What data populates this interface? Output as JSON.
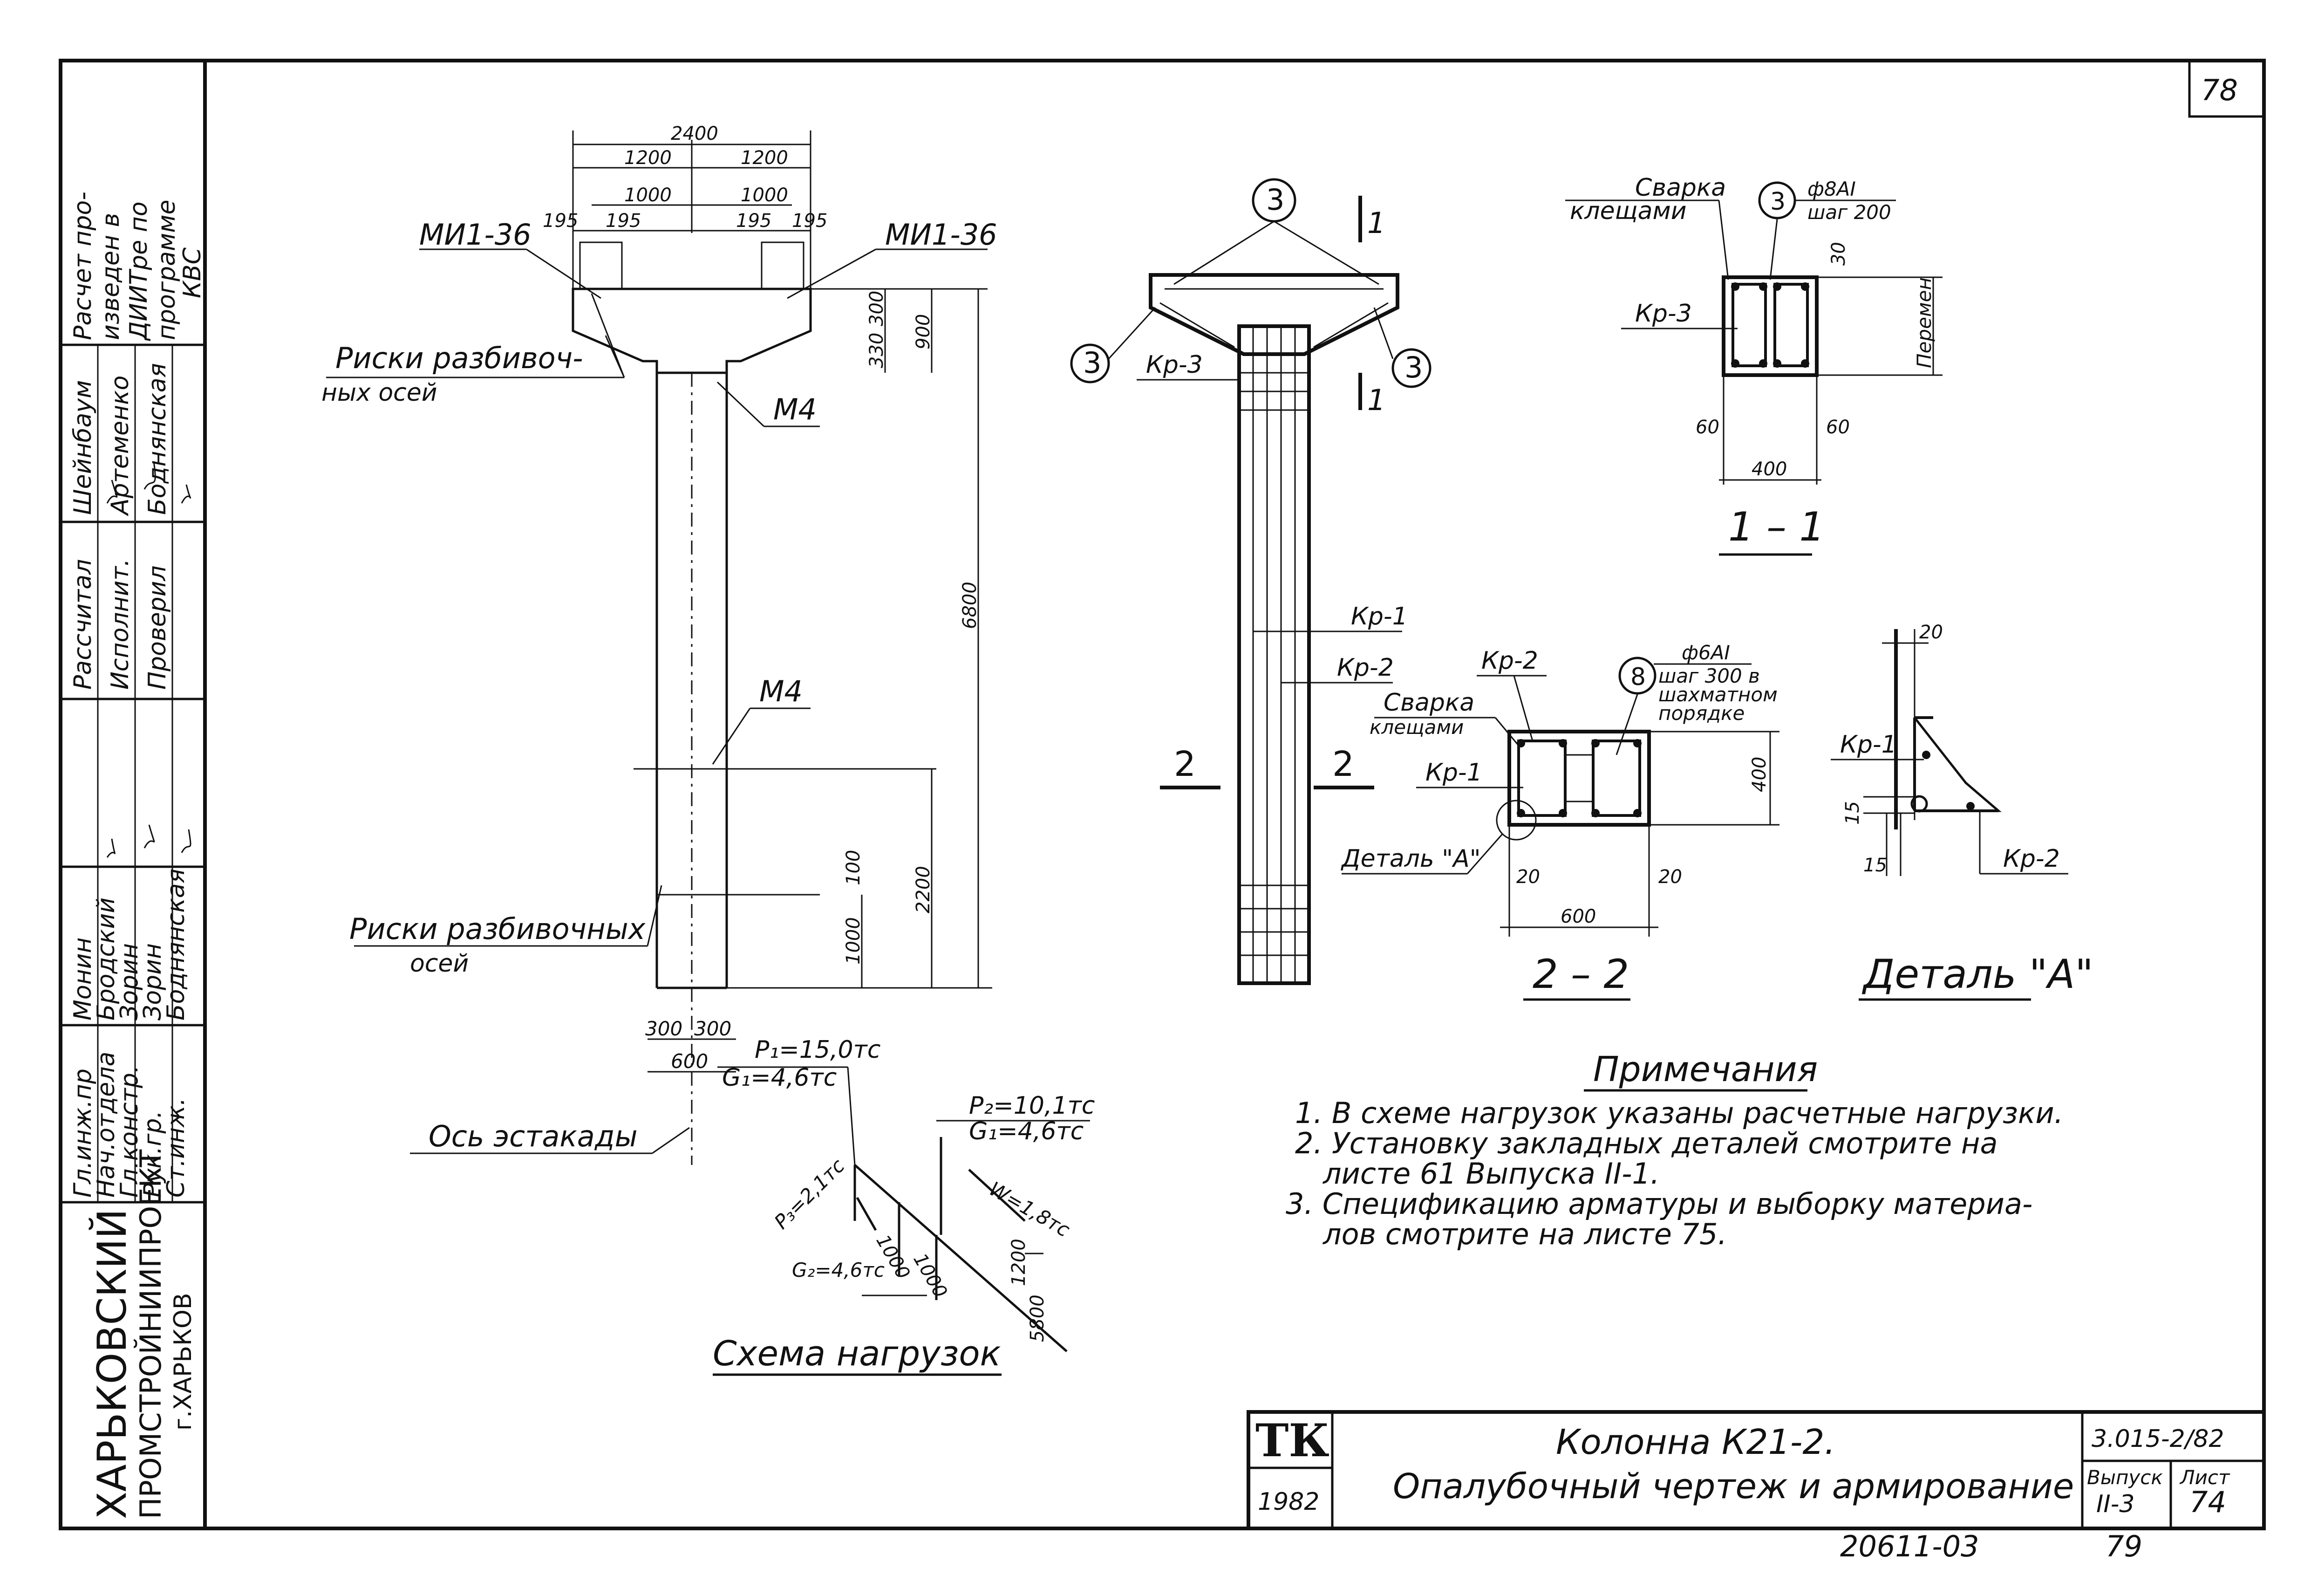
{
  "page": {
    "number": "78"
  },
  "stamp_left": {
    "top_note": [
      "Расчет про-",
      "изведен в",
      "ДИИТре по",
      "программе",
      "КВС"
    ],
    "roles": [
      "Рассчитал",
      "Исполнит.",
      "Проверил"
    ],
    "names": [
      "Шейнбаум",
      "Артеменко",
      "Боднянская"
    ],
    "positions": [
      "Гл.инж.пр",
      "Нач.отдела",
      "Гл.констр.",
      "Рук.гр.",
      "Ст.инж."
    ],
    "position_names": [
      "Монин",
      "Бродский",
      "Зорин",
      "Зорин",
      "Боднянская"
    ],
    "organization": [
      "ХАРЬКОВСКИЙ",
      "ПРОМСТРОЙНИИПРОЕКТ",
      "г.ХАРЬКОВ"
    ]
  },
  "column": {
    "dims": {
      "total_width": "2400",
      "half_left": "1200",
      "half_right": "1200",
      "inner_left": "1000",
      "inner_right": "1000",
      "d195_a": "195",
      "d195_b": "195",
      "d195_c": "195",
      "d195_d": "195",
      "d300": "300",
      "d330": "330",
      "d900": "900",
      "d6800": "6800",
      "d2200": "2200",
      "d1000": "1000",
      "d100": "100",
      "b300_l": "300",
      "b300_r": "300",
      "b600": "600"
    },
    "labels": {
      "embed_left": "МИ1-36",
      "embed_right": "МИ1-36",
      "axis_marks_top": [
        "Риски разбивоч-",
        "ных осей"
      ],
      "m4_top": "М4",
      "m4_mid": "М4",
      "axis_marks_bottom": [
        "Риски разбивочных",
        "осей"
      ],
      "trestle_axis": "Ось эстакады"
    }
  },
  "loads": {
    "p1": "P₁=15,0тс",
    "g1": "G₁=4,6тс",
    "p2": "P₂=10,1тс",
    "g1b": "G₁=4,6тс",
    "p3": "P₃=2,1тс",
    "w": "W=1,8тс",
    "g2": "G₂=4,6тс",
    "d1000a": "1000",
    "d1000b": "1000",
    "d1200": "1200",
    "d5800": "5800",
    "title": "Схема нагрузок"
  },
  "rebar_view": {
    "marker3": "3",
    "kr3": "Кр-3",
    "cut1": "1",
    "kr1": "Кр-1",
    "kr2": "Кр-2",
    "cut2": "2"
  },
  "section11": {
    "weld": [
      "Сварка",
      "клещами"
    ],
    "marker": "3",
    "bar": "ф8АI",
    "step": "шаг 200",
    "kr3": "Кр-3",
    "d30": "30",
    "variable": "Перемен",
    "d60l": "60",
    "d60r": "60",
    "d400": "400",
    "title": "1 – 1"
  },
  "section22": {
    "kr2": "Кр-2",
    "marker": "8",
    "bar": "ф6АI",
    "step": [
      "шаг 300 в",
      "шахматном",
      "порядке"
    ],
    "weld": [
      "Сварка",
      "клещами"
    ],
    "kr1": "Кр-1",
    "detail": "Деталь \"А\"",
    "d400": "400",
    "d20l": "20",
    "d20r": "20",
    "d600": "600",
    "title": "2 – 2"
  },
  "detailA": {
    "d20": "20",
    "kr1": "Кр-1",
    "d15a": "15",
    "d15b": "15",
    "kr2": "Кр-2",
    "title": "Деталь \"А\""
  },
  "notes": {
    "title": "Примечания",
    "lines": [
      "1. В схеме нагрузок указаны расчетные нагрузки.",
      "2. Установку закладных деталей смотрите на",
      "листе 61 Выпуска II-1.",
      "3. Спецификацию арматуры и выборку материа-",
      "лов смотрите на листе 75."
    ]
  },
  "title_block": {
    "logo": "ТК",
    "year": "1982",
    "title_line1": "Колонна К21-2.",
    "title_line2": "Опалубочный чертеж и армирование",
    "series": "3.015-2/82",
    "issue_label": "Выпуск",
    "issue": "II-3",
    "sheet_label": "Лист",
    "sheet": "74"
  },
  "footer": {
    "code": "20611-03",
    "num": "79"
  }
}
